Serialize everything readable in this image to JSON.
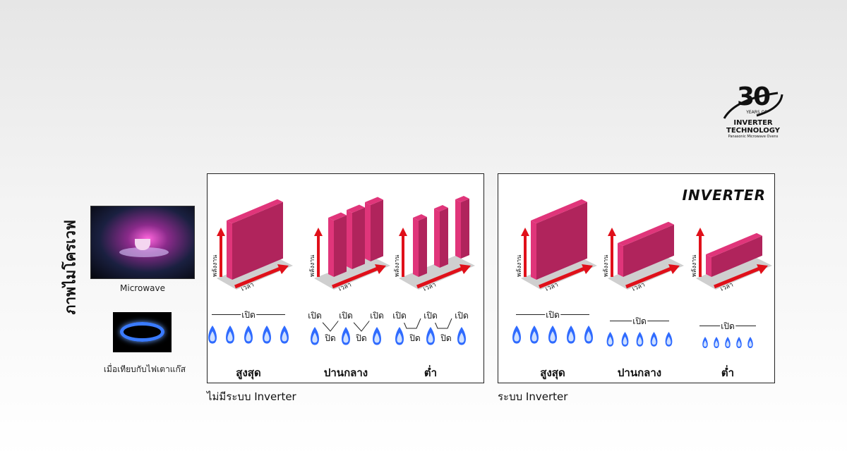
{
  "logo": {
    "number": "30",
    "years": "YEARS OF",
    "line1": "INVERTER",
    "line2": "TECHNOLOGY",
    "line3": "Panasonic Microwave Ovens"
  },
  "inverter_logo": "INVERTER",
  "left": {
    "title": "ภาพไมโครเวฟ",
    "microwave_caption": "Microwave",
    "gas_caption": "เมื่อเทียบกับไฟเตาแก๊ส"
  },
  "axes": {
    "y": "พลังงาน",
    "x": "เวลา"
  },
  "mode": {
    "on": "เปิด",
    "off": "ปิด"
  },
  "panels": [
    {
      "label": "ไม่มีระบบ Inverter",
      "levels": [
        {
          "name": "สูงสุด",
          "pattern": "continuous",
          "power": 1.0
        },
        {
          "name": "ปานกลาง",
          "pattern": "pulsed",
          "power": 1.0
        },
        {
          "name": "ต่ำ",
          "pattern": "pulsed",
          "power": 1.0
        }
      ]
    },
    {
      "label": "ระบบ Inverter",
      "levels": [
        {
          "name": "สูงสุด",
          "pattern": "continuous",
          "power": 1.0
        },
        {
          "name": "ปานกลาง",
          "pattern": "continuous",
          "power": 0.55
        },
        {
          "name": "ต่ำ",
          "pattern": "continuous",
          "power": 0.35
        }
      ]
    }
  ],
  "colors": {
    "block": "#b0245c",
    "block_top": "#e0357a",
    "arrow": "#e0101a",
    "flame": "#2f6bff"
  }
}
